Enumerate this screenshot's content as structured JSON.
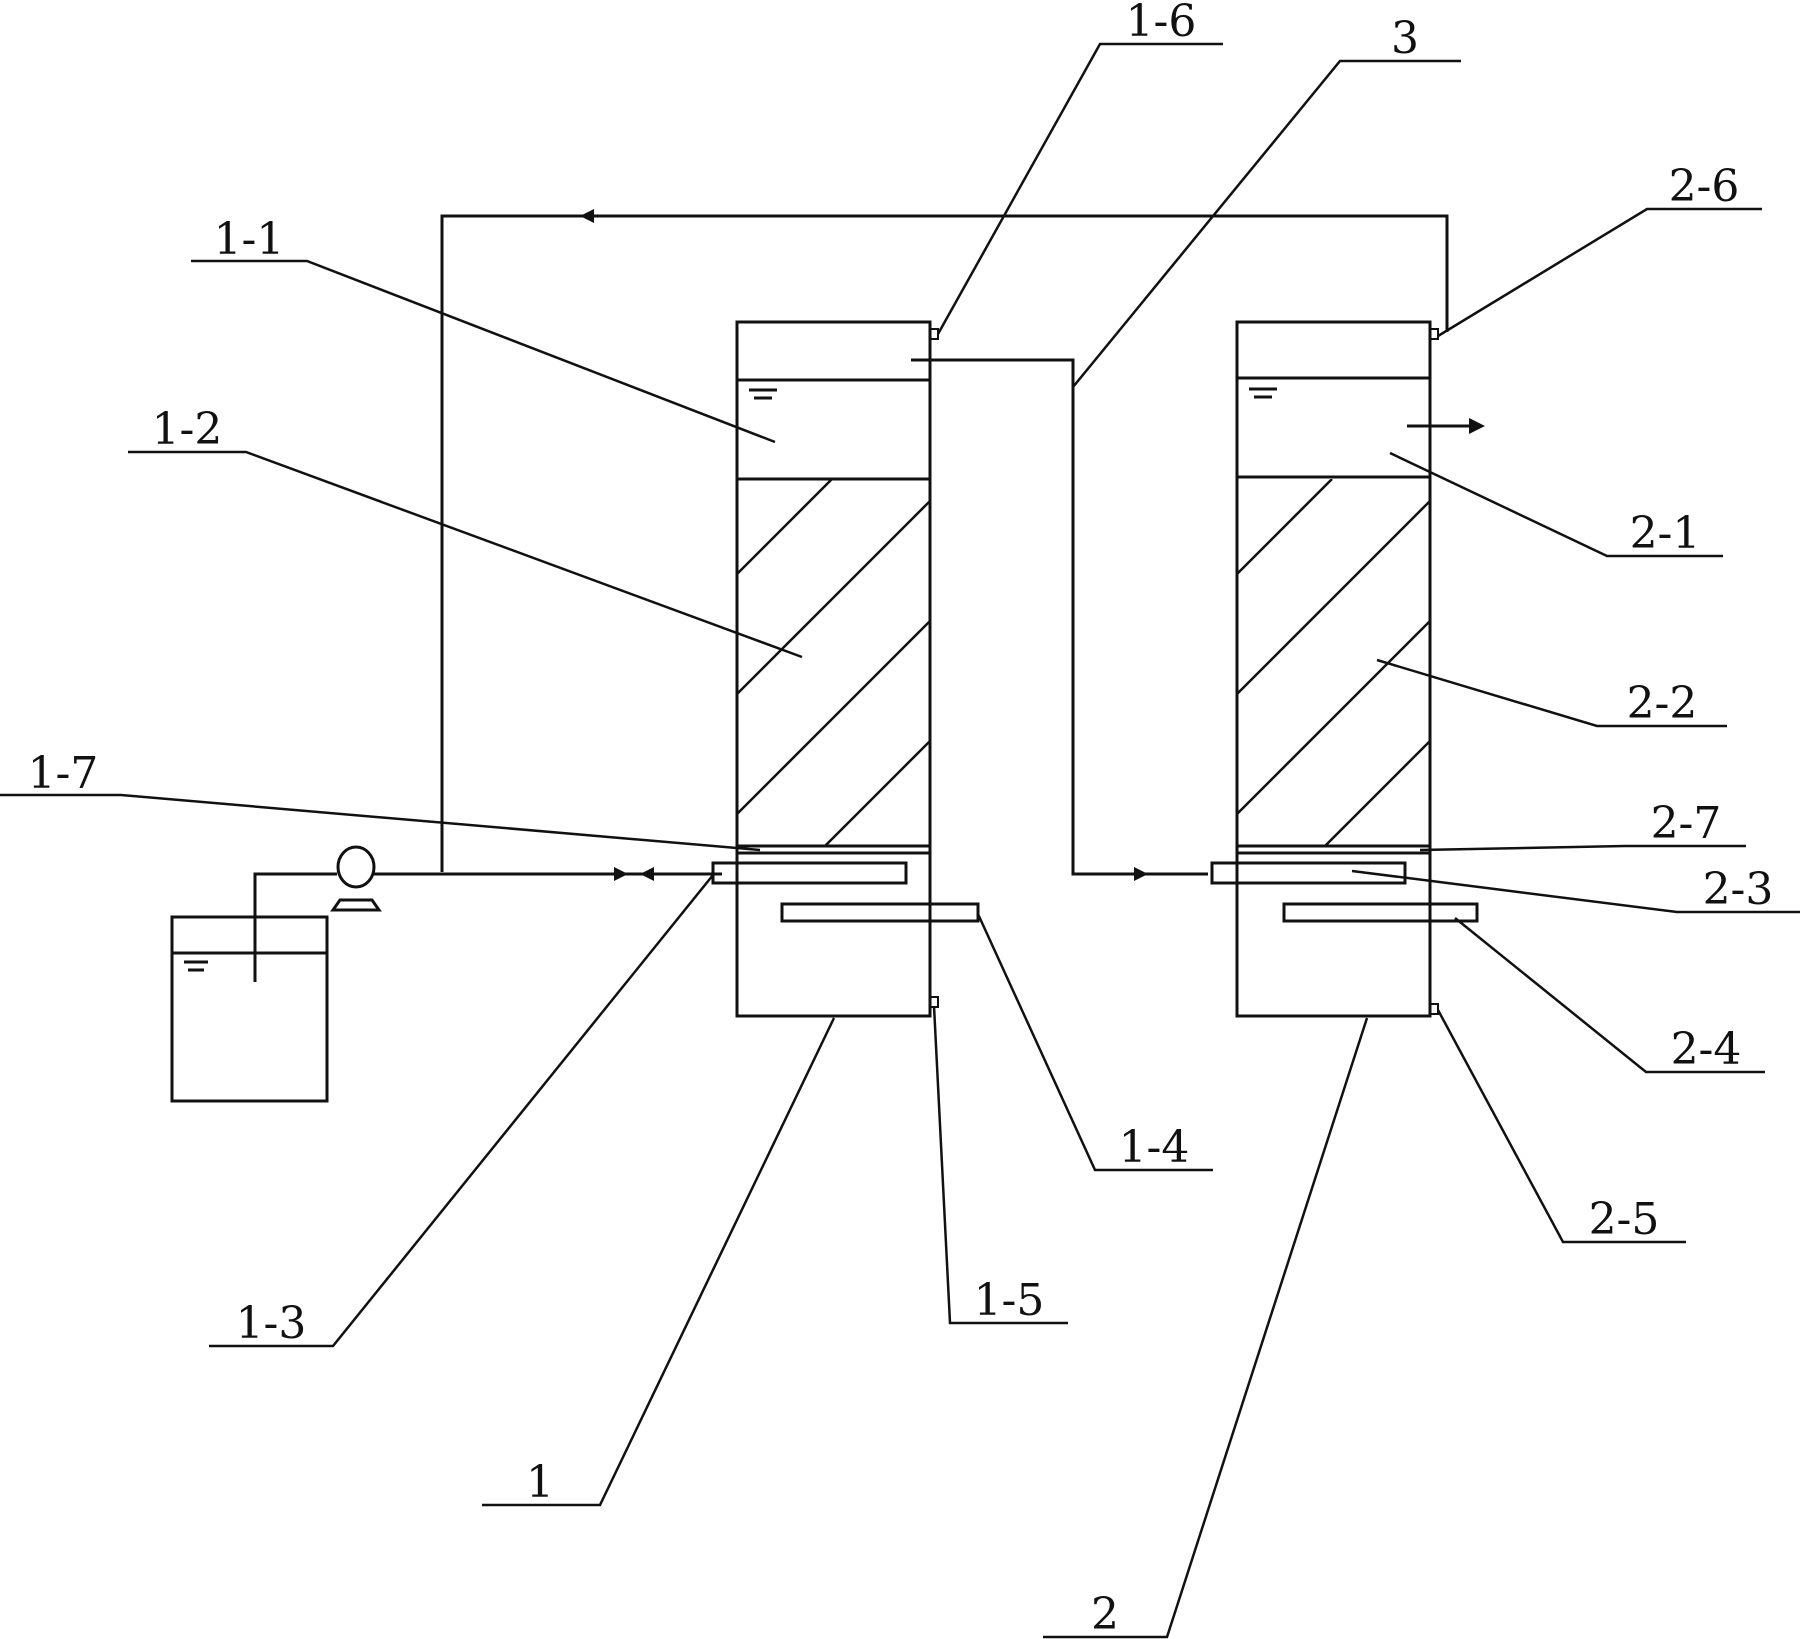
{
  "colors": {
    "line": "#111111",
    "background": "#ffffff"
  },
  "labels": {
    "l1_1": "1-1",
    "l1_2": "1-2",
    "l1_3": "1-3",
    "l1_4": "1-4",
    "l1_5": "1-5",
    "l1_6": "1-6",
    "l1_7": "1-7",
    "l1": "1",
    "l3": "3",
    "l2_1": "2-1",
    "l2_2": "2-2",
    "l2_3": "2-3",
    "l2_4": "2-4",
    "l2_5": "2-5",
    "l2_6": "2-6",
    "l2_7": "2-7",
    "l2": "2"
  }
}
